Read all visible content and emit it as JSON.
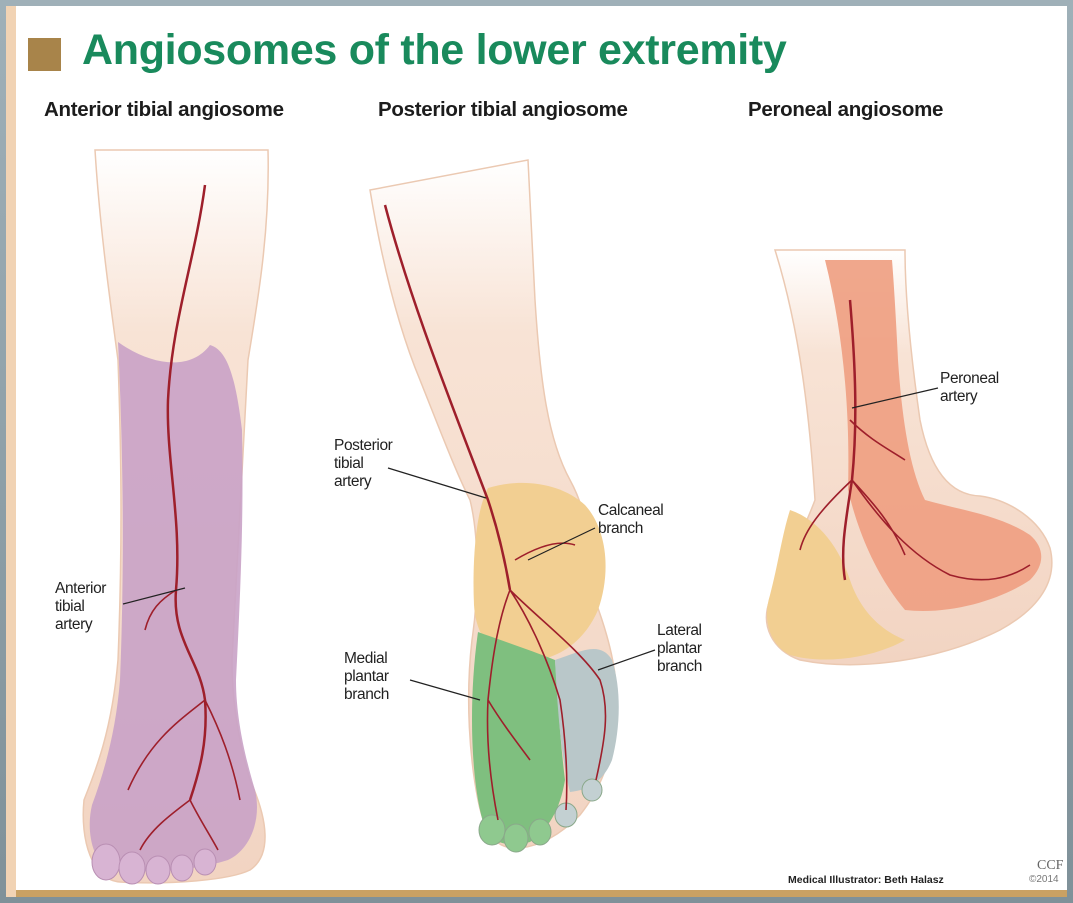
{
  "title": "Angiosomes of the lower extremity",
  "panels": {
    "anterior": {
      "heading": "Anterior tibial angiosome",
      "label_artery": "Anterior\ntibial\nartery"
    },
    "posterior": {
      "heading": "Posterior tibial angiosome",
      "label_artery": "Posterior\ntibial\nartery",
      "label_calcaneal": "Calcaneal\nbranch",
      "label_lateral": "Lateral\nplantar\nbranch",
      "label_medial": "Medial\nplantar\nbranch"
    },
    "peroneal": {
      "heading": "Peroneal angiosome",
      "label_artery": "Peroneal\nartery"
    }
  },
  "credit": "Medical Illustrator: Beth Halasz",
  "ccf_logo": "CCF",
  "copyright": "©2014",
  "colors": {
    "title": "#198a5c",
    "title_square": "#a8844a",
    "skin": "#f6dfcf",
    "anterior_region": "#c9a2c6",
    "calcaneal_region": "#f2cf92",
    "medial_region": "#7fbf7f",
    "lateral_region": "#b9c7c9",
    "peroneal_region": "#ef9f82",
    "artery": "#9e1f2b"
  }
}
